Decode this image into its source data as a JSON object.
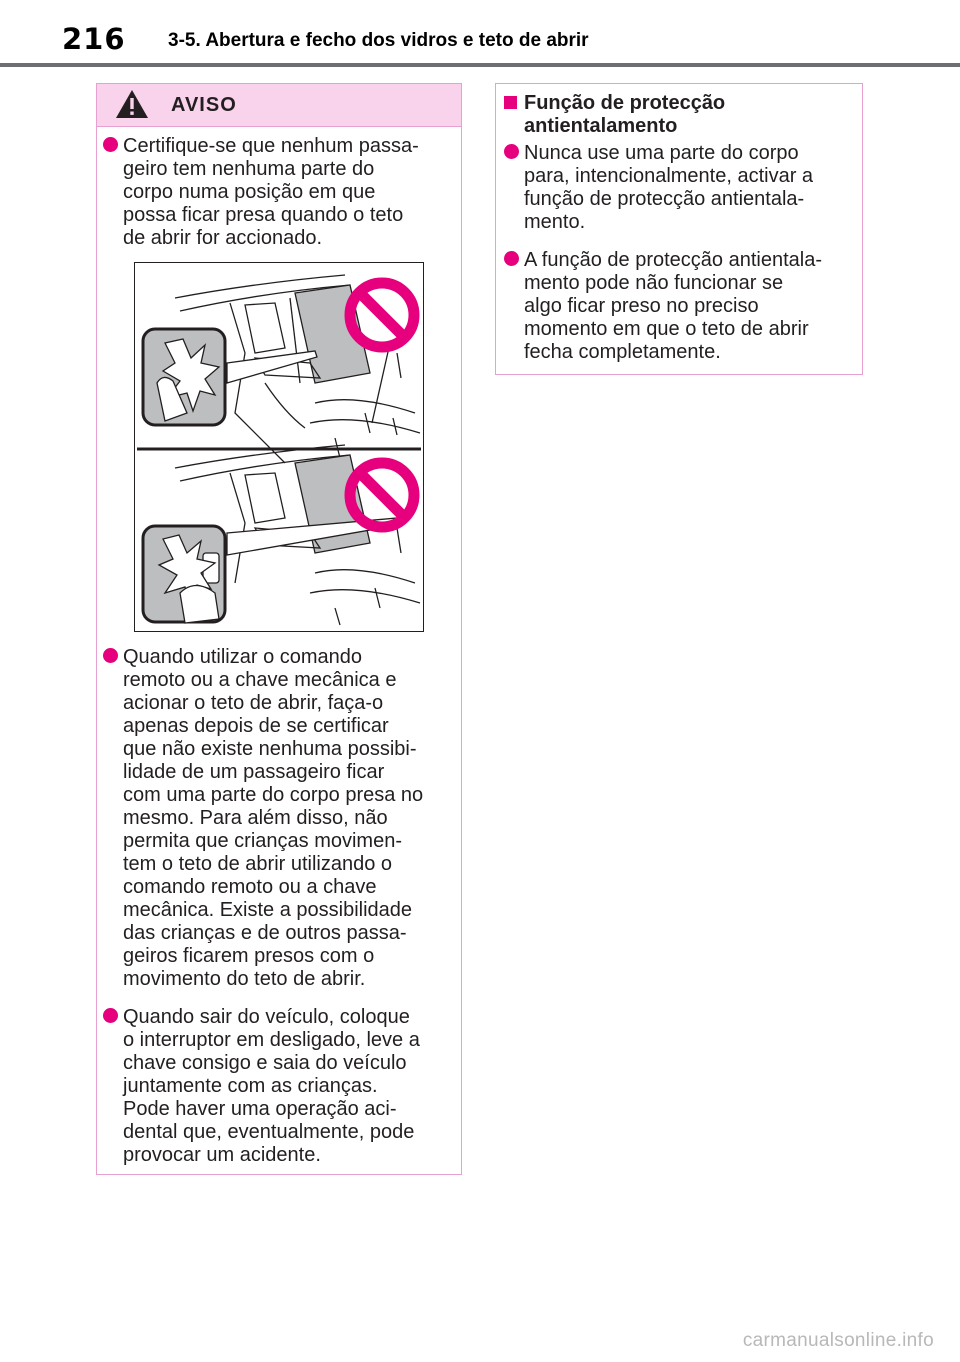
{
  "header": {
    "page_number": "216",
    "section_title": "3-5. Abertura e fecho dos vidros e teto de abrir"
  },
  "warning": {
    "title": "AVISO",
    "items": [
      "Certifique-se que nenhum passa-\ngeiro tem nenhuma parte do\ncorpo numa posição em que\npossa ficar presa quando o teto\nde abrir for accionado.",
      "Quando utilizar o comando\nremoto ou a chave mecânica e\nacionar o teto de abrir, faça-o\napenas depois de se certificar\nque não existe nenhuma possibi-\nlidade de um passageiro ficar\ncom uma parte do corpo presa no\nmesmo. Para além disso, não\npermita que crianças movimen-\ntem o teto de abrir utilizando o\ncomando remoto ou a chave\nmecânica. Existe a possibilidade\ndas crianças e de outros passa-\ngeiros ficarem presos com o\nmovimento do teto de abrir.",
      "Quando sair do veículo, coloque\no interruptor em desligado, leve a\nchave consigo e saia do veículo\njuntamente com as crianças.\nPode haver uma operação aci-\ndental que, eventualmente, pode\nprovocar um acidente."
    ]
  },
  "protection": {
    "heading": "Função de protecção\nantientalamento",
    "items": [
      "Nunca use uma parte do corpo\npara, intencionalmente, activar a\nfunção de protecção antientala-\nmento.",
      "A função de protecção antientala-\nmento pode não funcionar se\nalgo ficar preso no preciso\nmomento em que o teto de abrir\nfecha completamente."
    ]
  },
  "watermark": "carmanualsonline.info",
  "icons": {
    "warning": "warning-triangle-icon",
    "prohibition": "prohibition-icon",
    "bullet": "bullet-dot-icon",
    "square": "square-bullet-icon"
  },
  "colors": {
    "accent": "#e6007e",
    "box_border": "#e7a0cf",
    "box_head": "#f9d3ec",
    "rule": "#6d6e71"
  }
}
